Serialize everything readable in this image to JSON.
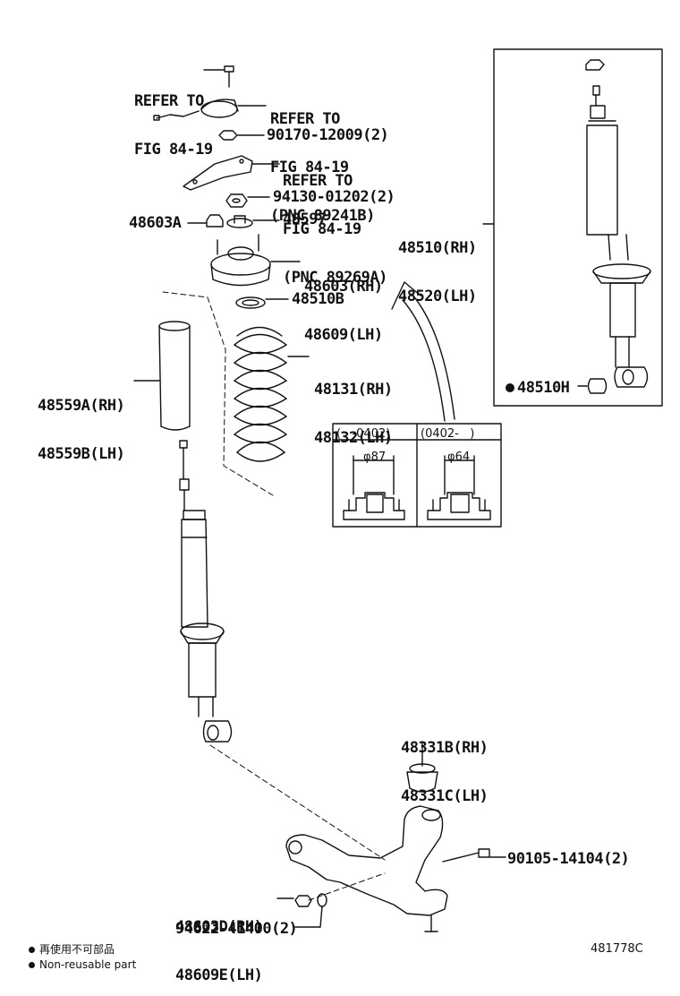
{
  "labels": {
    "refer_fig_top": [
      "REFER TO",
      "FIG 84-19"
    ],
    "refer_fig_89241b": [
      "REFER TO",
      "FIG 84-19",
      "(PNC 89241B)"
    ],
    "p_90170": "90170-12009(2)",
    "refer_fig_89269a": [
      "REFER TO",
      "FIG 84-19",
      "(PNC 89269A)"
    ],
    "p_94130": "94130-01202(2)",
    "p_48603a": "48603A",
    "p_48597": "48597",
    "p_48603": [
      "48603(RH)",
      "48609(LH)"
    ],
    "p_48510b": "48510B",
    "p_48131": [
      "48131(RH)",
      "48132(LH)"
    ],
    "p_48559": [
      "48559A(RH)",
      "48559B(LH)"
    ],
    "p_48510": [
      "48510(RH)",
      "48520(LH)"
    ],
    "p_48510h": "48510H",
    "p_48331": [
      "48331B(RH)",
      "48331C(LH)"
    ],
    "p_90105": "90105-14104(2)",
    "p_48603d": [
      "48603D(RH)",
      "48609E(LH)"
    ],
    "p_94622": "94622-41400(2)"
  },
  "detail_box": {
    "col1_header": "(   -0402)",
    "col2_header": "(0402-   )",
    "col1_dim": "φ87",
    "col2_dim": "φ64"
  },
  "legend": {
    "japanese": "再使用不可部品",
    "english": "Non-reusable part"
  },
  "diagram_code": "481778C"
}
